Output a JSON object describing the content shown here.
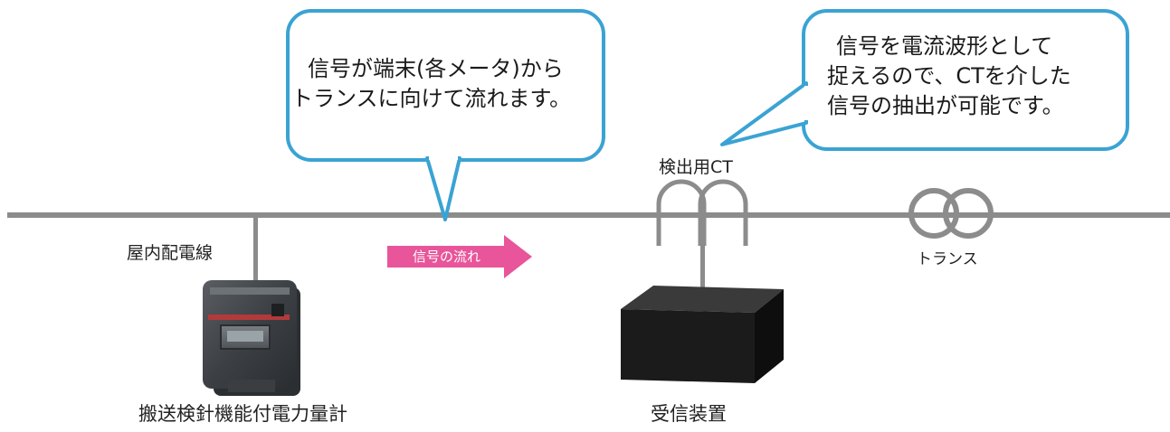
{
  "bubble_left": {
    "line1": "信号が端末(各メータ)から",
    "line2": "トランスに向けて流れます。"
  },
  "bubble_right": {
    "line1": "信号を電流波形として",
    "line2": "捉えるので、CTを介した",
    "line3": "信号の抽出が可能です。"
  },
  "labels": {
    "indoor_wiring": "屋内配電線",
    "signal_flow": "信号の流れ",
    "detection_ct": "検出用CT",
    "transformer": "トランス",
    "meter": "搬送検針機能付電力量計",
    "receiver": "受信装置"
  },
  "colors": {
    "line": "#8c8c8c",
    "bubble_border": "#3aa3d3",
    "arrow": "#e8559a",
    "receiver": "#1b1b1b"
  }
}
